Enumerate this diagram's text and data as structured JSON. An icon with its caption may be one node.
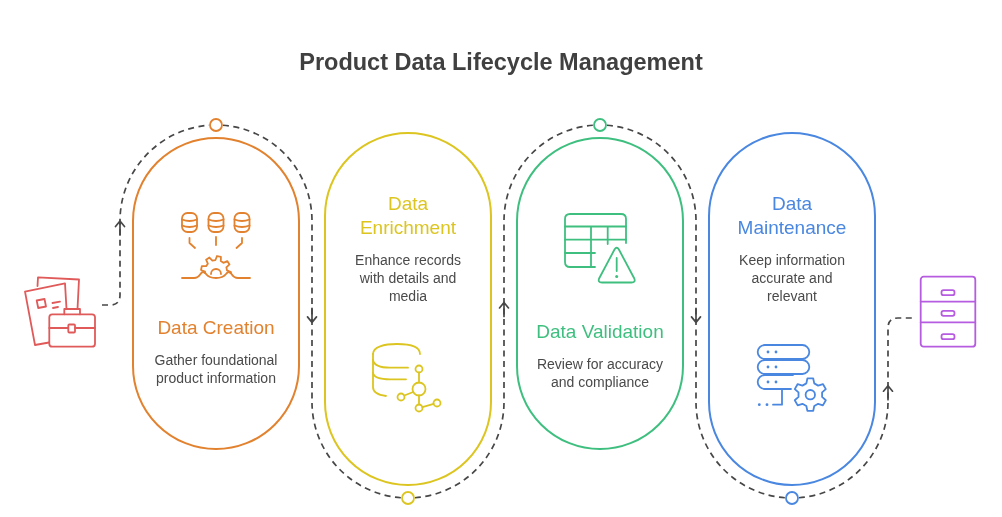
{
  "diagram": {
    "title": "Product Data Lifecycle Management",
    "nodes": [
      {
        "text": [],
        "shape": "picture"
      },
      {
        "text": [
          "Data Creation",
          "Gather foundational product information"
        ]
      },
      {
        "text": [
          "Data Enrichment",
          "Enhance records with details and media"
        ]
      },
      {
        "text": [
          "Data Validation",
          "Review for accuracy and compliance"
        ]
      },
      {
        "text": [
          "Data Maintenance",
          "Keep information accurate and relevant"
        ]
      },
      {
        "text": [],
        "shape": "picture"
      }
    ],
    "edges": [
      {
        "from": 0,
        "to": 1,
        "arrow": "to",
        "style": "dashed"
      },
      {
        "from": 1,
        "to": 2,
        "arrow": "to",
        "style": "dashed"
      },
      {
        "from": 2,
        "to": 3,
        "arrow": "to",
        "style": "dashed"
      },
      {
        "from": 3,
        "to": 4,
        "arrow": "to",
        "style": "dashed"
      },
      {
        "from": 4,
        "to": 5,
        "arrow": "to",
        "style": "dashed"
      }
    ]
  }
}
